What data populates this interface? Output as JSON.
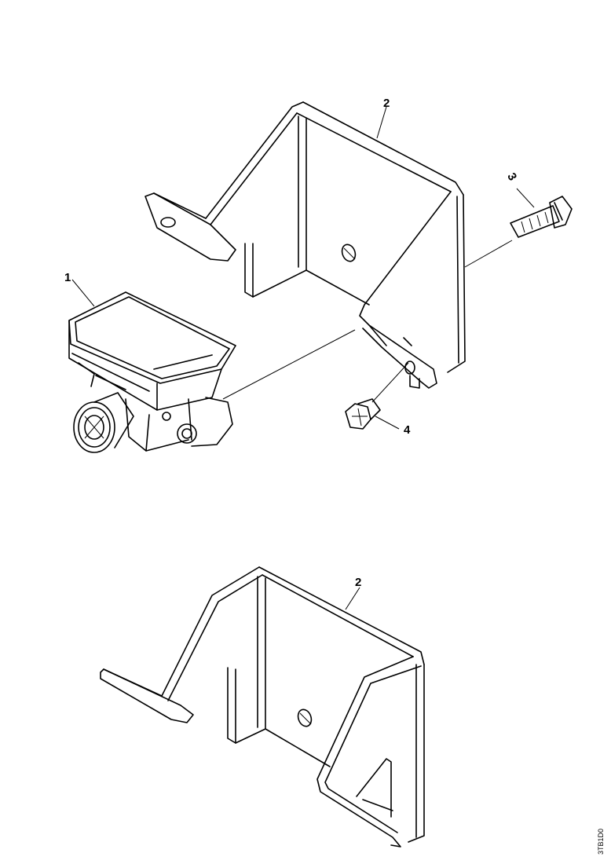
{
  "callouts": {
    "sensor": "1",
    "bracket_top": "2",
    "bolt": "3",
    "nut": "4",
    "bracket_bottom": "2"
  },
  "drawing_ref": "3TB1D0"
}
